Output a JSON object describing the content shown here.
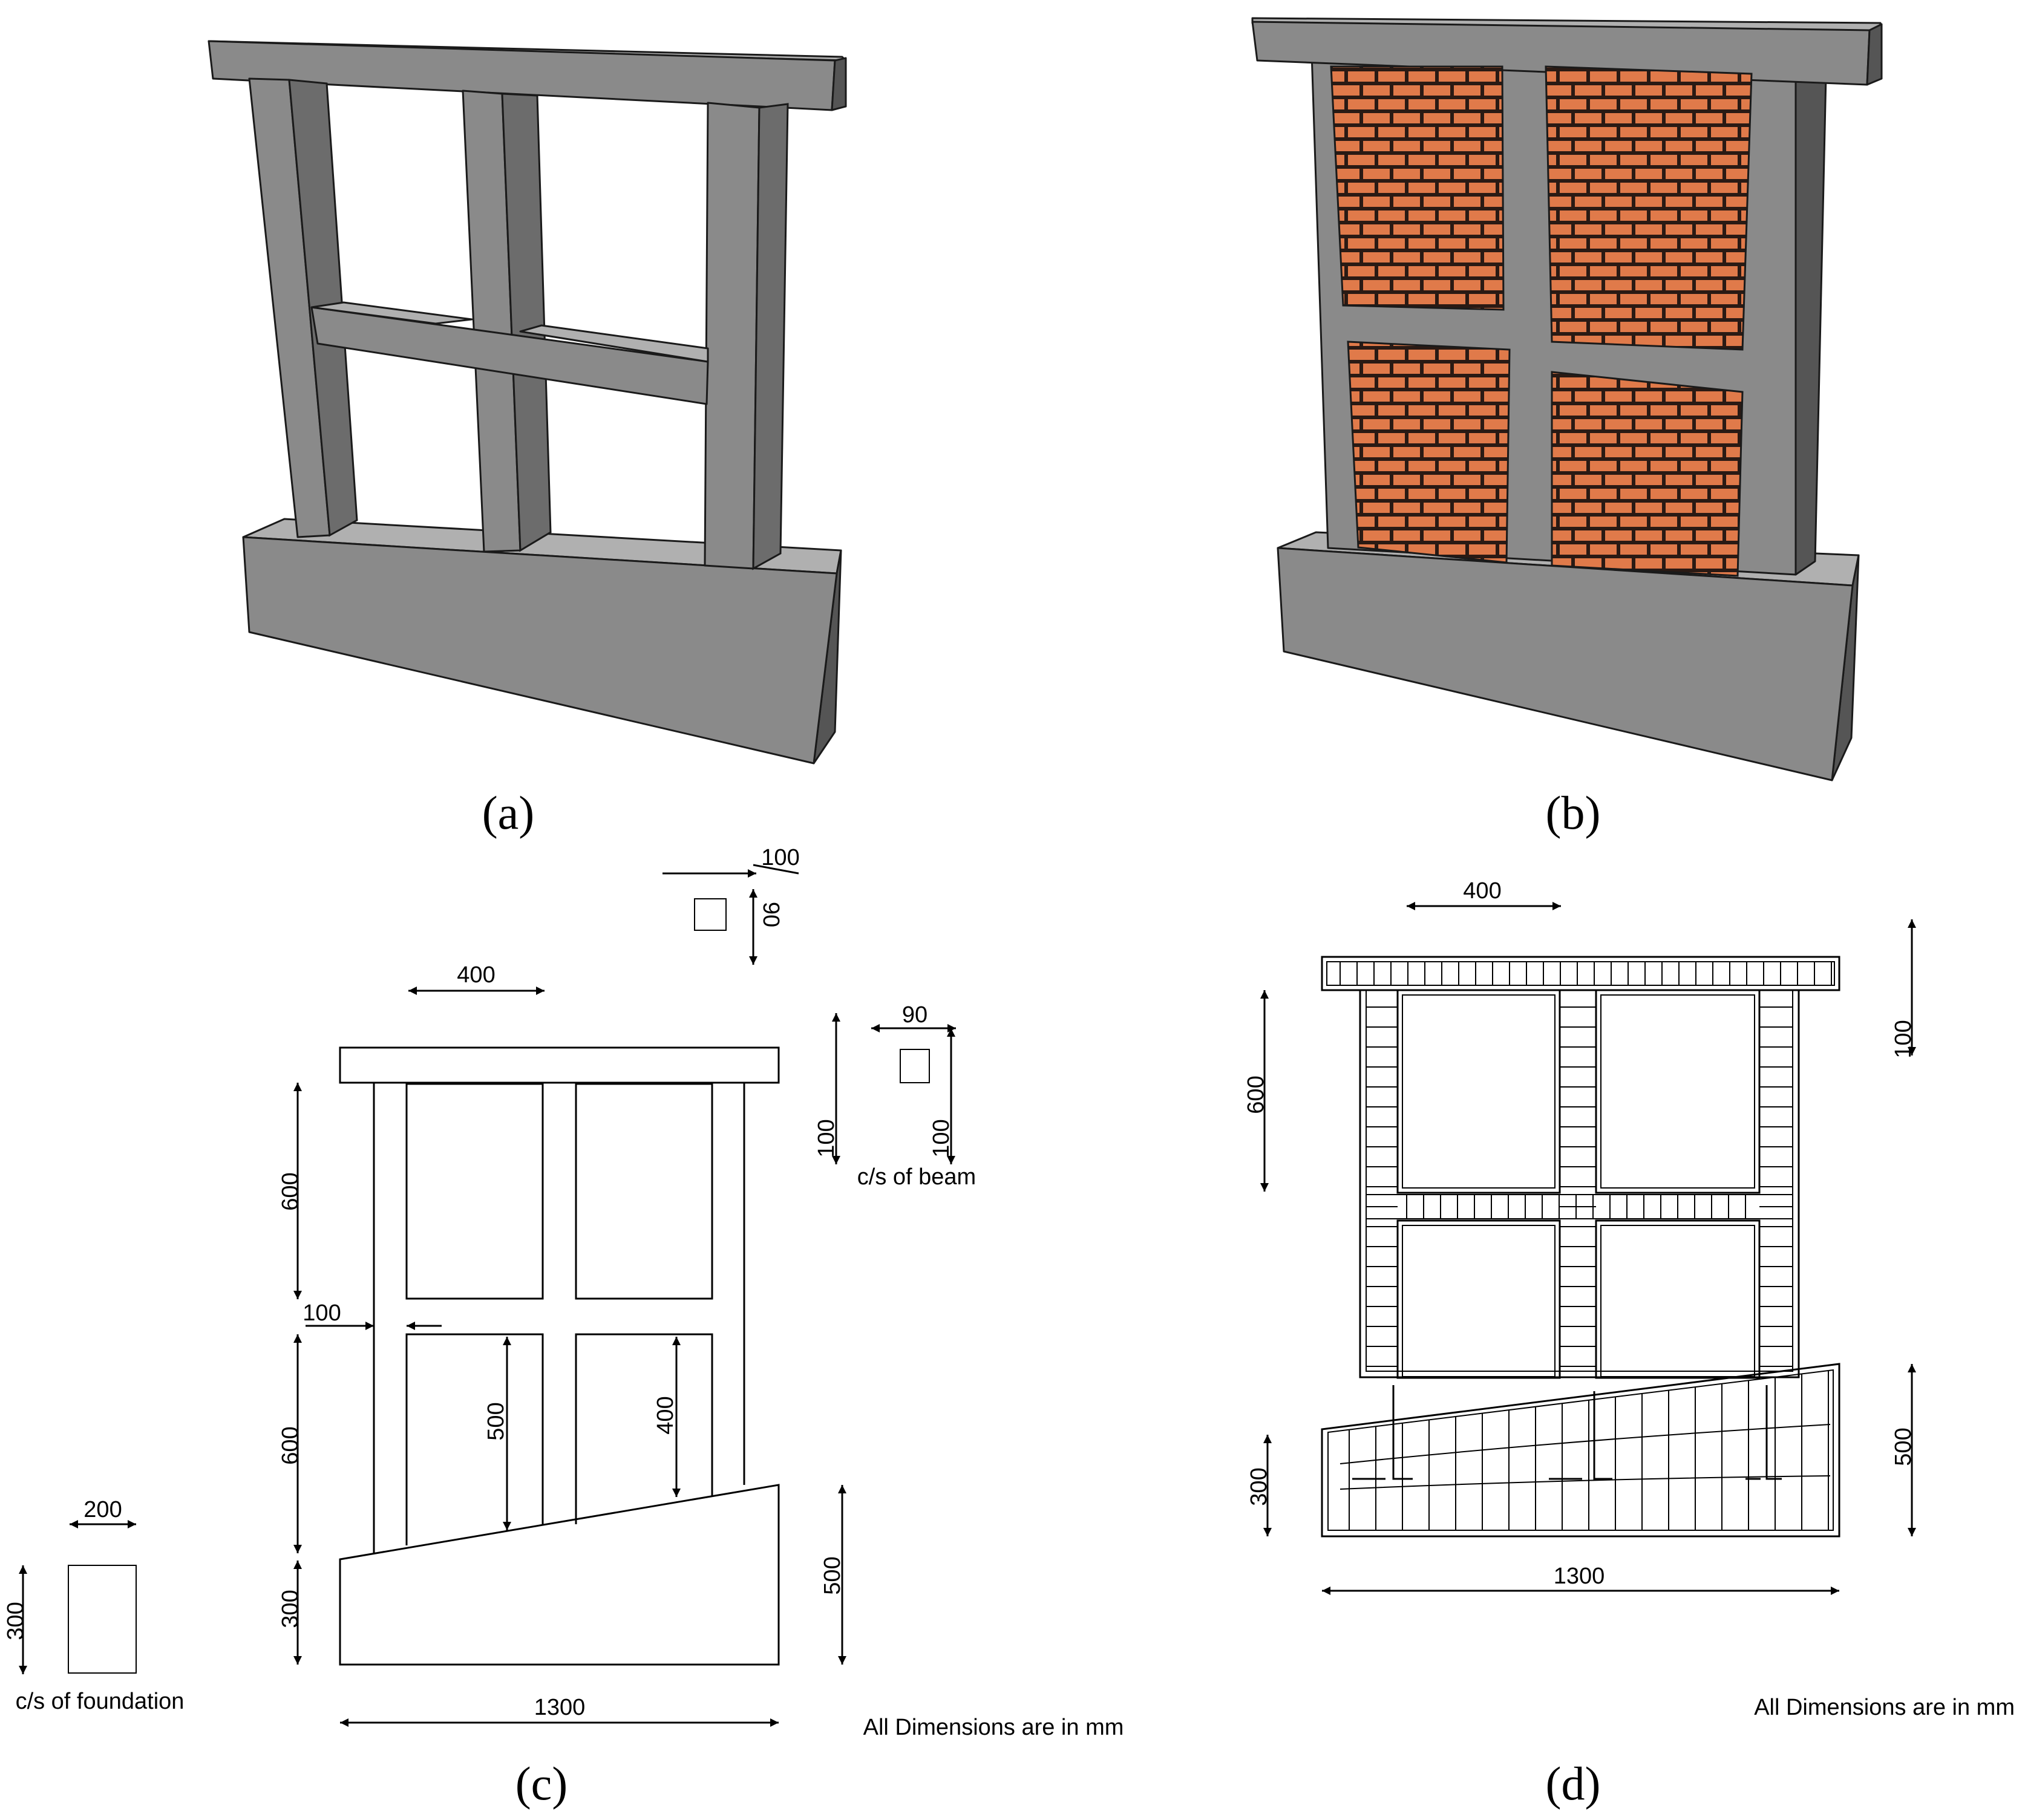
{
  "panels": {
    "a": {
      "label": "(a)"
    },
    "b": {
      "label": "(b)"
    },
    "c": {
      "label": "(c)",
      "dims": {
        "top_100": "100",
        "top_90": "90",
        "beam_width_400": "400",
        "beam_cs_90": "90",
        "beam_cs_100_left": "100",
        "beam_cs_100_right": "100",
        "beam_cs_caption": "c/s of beam",
        "story_upper_600": "600",
        "column_100": "100",
        "story_lower_600": "600",
        "opening_500": "500",
        "opening_400": "400",
        "foundation_left_300": "300",
        "foundation_right_500": "500",
        "base_1300": "1300",
        "found_cs_200": "200",
        "found_cs_300": "300",
        "found_cs_caption": "c/s of foundation"
      },
      "note": "All Dimensions are in mm"
    },
    "d": {
      "label": "(d)",
      "dims": {
        "beam_width_400": "400",
        "story_600": "600",
        "beam_100": "100",
        "foundation_left_300": "300",
        "foundation_right_500": "500",
        "base_1300": "1300"
      },
      "note": "All Dimensions are in mm"
    }
  },
  "colors": {
    "concrete_face": "#8a8a8a",
    "concrete_side": "#555555",
    "concrete_top": "#b0b0b0",
    "brick": "#e07a4a",
    "mortar": "#2a1a14"
  }
}
